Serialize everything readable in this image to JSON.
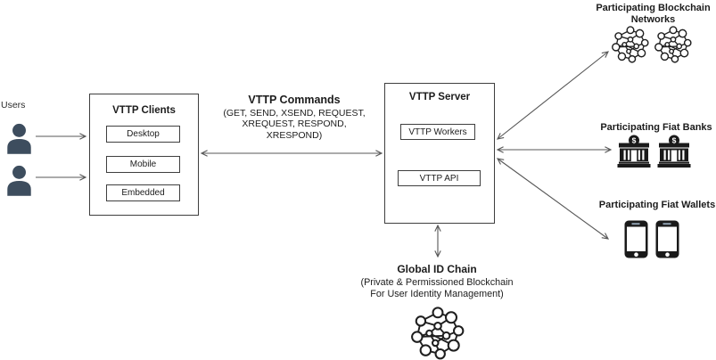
{
  "diagram": {
    "users": {
      "label": "Users",
      "icon": "user-icon",
      "icon_count": 2
    },
    "clients": {
      "title": "VTTP Clients",
      "items": [
        {
          "label": "Desktop"
        },
        {
          "label": "Mobile"
        },
        {
          "label": "Embedded"
        }
      ]
    },
    "commands": {
      "title": "VTTP Commands",
      "lines": [
        "(GET, SEND, XSEND, REQUEST,",
        "XREQUEST, RESPOND,",
        "XRESPOND)"
      ]
    },
    "server": {
      "title": "VTTP Server",
      "items": [
        {
          "label": "VTTP Workers"
        },
        {
          "label": "VTTP API"
        }
      ]
    },
    "partners": [
      {
        "title": "Participating Blockchain Networks",
        "icon": "blockchain-network-icon",
        "icon_count": 2
      },
      {
        "title": "Participating Fiat Banks",
        "icon": "bank-icon",
        "icon_count": 2,
        "symbol": "$"
      },
      {
        "title": "Participating Fiat Wallets",
        "icon": "smartphone-icon",
        "icon_count": 2
      }
    ],
    "global_id_chain": {
      "title": "Global ID Chain",
      "subtitle_lines": [
        "(Private & Permissioned Blockchain",
        "For User Identity Management)"
      ],
      "icon": "network-mesh-icon"
    },
    "colors": {
      "arrow": "#575757",
      "border": "#3f3f3f",
      "text": "#1c1c1c",
      "user_icon": "#3d4d5e",
      "solid_icon": "#1a1a1a"
    }
  }
}
